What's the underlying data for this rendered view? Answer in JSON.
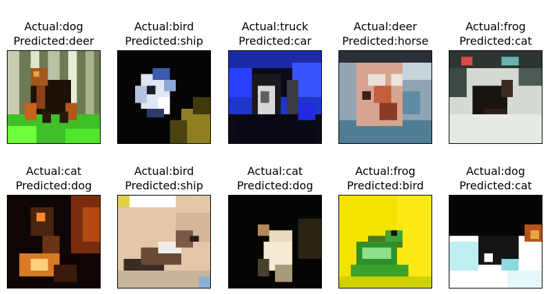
{
  "figure": {
    "panels": [
      {
        "actual": "Actual:dog",
        "predicted": "Predicted:deer",
        "scene": "dog-forest"
      },
      {
        "actual": "Actual:bird",
        "predicted": "Predicted:ship",
        "scene": "dark-bird"
      },
      {
        "actual": "Actual:truck",
        "predicted": "Predicted:car",
        "scene": "blue-truck"
      },
      {
        "actual": "Actual:deer",
        "predicted": "Predicted:horse",
        "scene": "deer-closeup"
      },
      {
        "actual": "Actual:frog",
        "predicted": "Predicted:cat",
        "scene": "white-frog"
      },
      {
        "actual": "Actual:cat",
        "predicted": "Predicted:dog",
        "scene": "cat-orange"
      },
      {
        "actual": "Actual:bird",
        "predicted": "Predicted:ship",
        "scene": "bird-beige"
      },
      {
        "actual": "Actual:cat",
        "predicted": "Predicted:dog",
        "scene": "cat-dark"
      },
      {
        "actual": "Actual:frog",
        "predicted": "Predicted:bird",
        "scene": "green-frog"
      },
      {
        "actual": "Actual:dog",
        "predicted": "Predicted:cat",
        "scene": "dog-cyan"
      }
    ]
  }
}
